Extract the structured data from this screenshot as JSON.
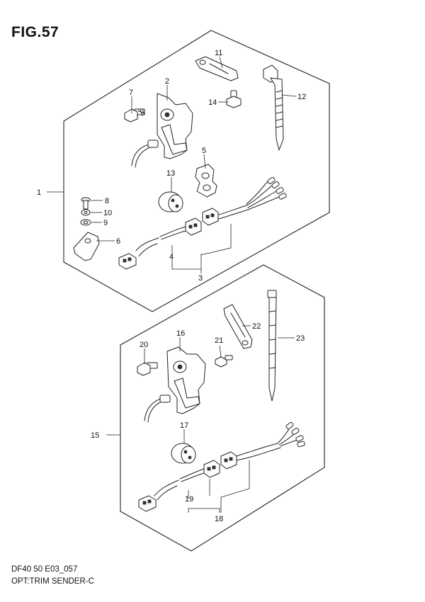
{
  "figure": {
    "title": "FIG.57",
    "model_code": "DF40 50 E03_057",
    "name": "OPT:TRIM SENDER-C"
  },
  "callouts": {
    "upper": [
      "1",
      "2",
      "3",
      "4",
      "5",
      "6",
      "7",
      "8",
      "9",
      "10",
      "11",
      "12",
      "13",
      "14"
    ],
    "lower": [
      "15",
      "16",
      "17",
      "18",
      "19",
      "20",
      "21",
      "22",
      "23"
    ]
  }
}
